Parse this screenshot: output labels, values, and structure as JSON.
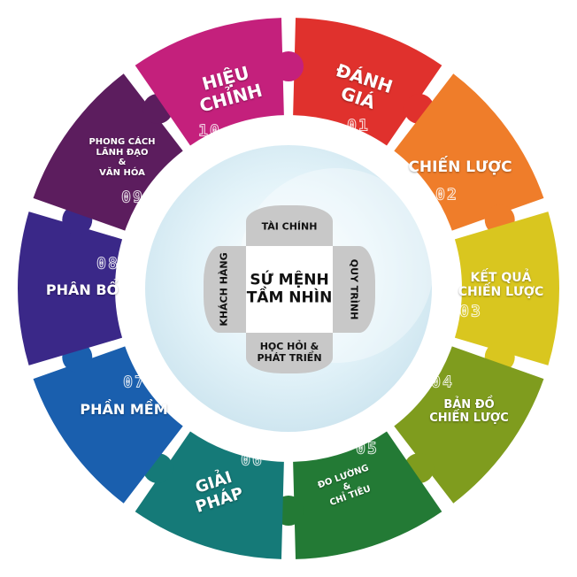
{
  "center": {
    "title_line1": "SỨ MỆNH",
    "title_line2": "TẦM NHÌN",
    "top": "TÀI CHÍNH",
    "right": "QUY TRÌNH",
    "bottom_line1": "HỌC HỎI &",
    "bottom_line2": "PHÁT TRIỂN",
    "left": "KHÁCH HÀNG"
  },
  "segments": [
    {
      "num": "01",
      "lines": [
        "ĐÁNH",
        "GIÁ"
      ],
      "color": "#e0312d"
    },
    {
      "num": "02",
      "lines": [
        "CHIẾN LƯỢC"
      ],
      "color": "#ef7d2a"
    },
    {
      "num": "03",
      "lines": [
        "KẾT QUẢ",
        "CHIẾN LƯỢC"
      ],
      "color": "#d9c61f"
    },
    {
      "num": "04",
      "lines": [
        "BẢN ĐỒ",
        "CHIẾN LƯỢC"
      ],
      "color": "#7f9c1e"
    },
    {
      "num": "05",
      "lines": [
        "ĐO LƯỜNG",
        "&",
        "CHỈ TIÊU"
      ],
      "color": "#237a35"
    },
    {
      "num": "06",
      "lines": [
        "GIẢI",
        "PHÁP"
      ],
      "color": "#157a78"
    },
    {
      "num": "07",
      "lines": [
        "PHẦN MỀM"
      ],
      "color": "#1a5fae"
    },
    {
      "num": "08",
      "lines": [
        "PHÂN BỔ"
      ],
      "color": "#3a2888"
    },
    {
      "num": "09",
      "lines": [
        "PHONG CÁCH",
        "LÃNH ĐẠO",
        "&",
        "VĂN HÓA"
      ],
      "color": "#5c1d5e"
    },
    {
      "num": "10",
      "lines": [
        "HIỆU",
        "CHỈNH"
      ],
      "color": "#c4207c"
    }
  ]
}
